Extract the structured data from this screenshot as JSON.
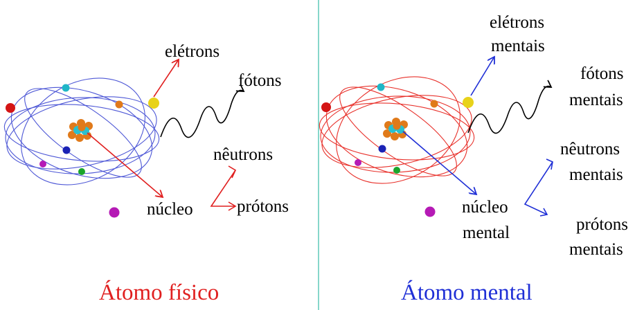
{
  "colors": {
    "physical_orbit": "#4d57d6",
    "mental_orbit": "#e8302a",
    "physical_arrow": "#e01f1f",
    "mental_arrow": "#1f2fd6",
    "physical_title": "#e01f1f",
    "mental_title": "#1f2fd6",
    "divider": "#5fc9b8",
    "photon_wave": "#000000"
  },
  "physical": {
    "title": "Átomo físico",
    "labels": {
      "electrons": "elétrons",
      "photons": "fótons",
      "neutrons": "nêutrons",
      "nucleus": "núcleo",
      "protons": "prótons"
    }
  },
  "mental": {
    "title": "Átomo mental",
    "labels": {
      "electrons_1": "elétrons",
      "electrons_2": "mentais",
      "photons_1": "fótons",
      "photons_2": "mentais",
      "neutrons_1": "nêutrons",
      "neutrons_2": "mentais",
      "nucleus_1": "núcleo",
      "nucleus_2": "mental",
      "protons_1": "prótons",
      "protons_2": "mentais"
    }
  },
  "icons": {
    "atom": "atom-illustration-icon",
    "photon": "photon-wave-icon"
  }
}
